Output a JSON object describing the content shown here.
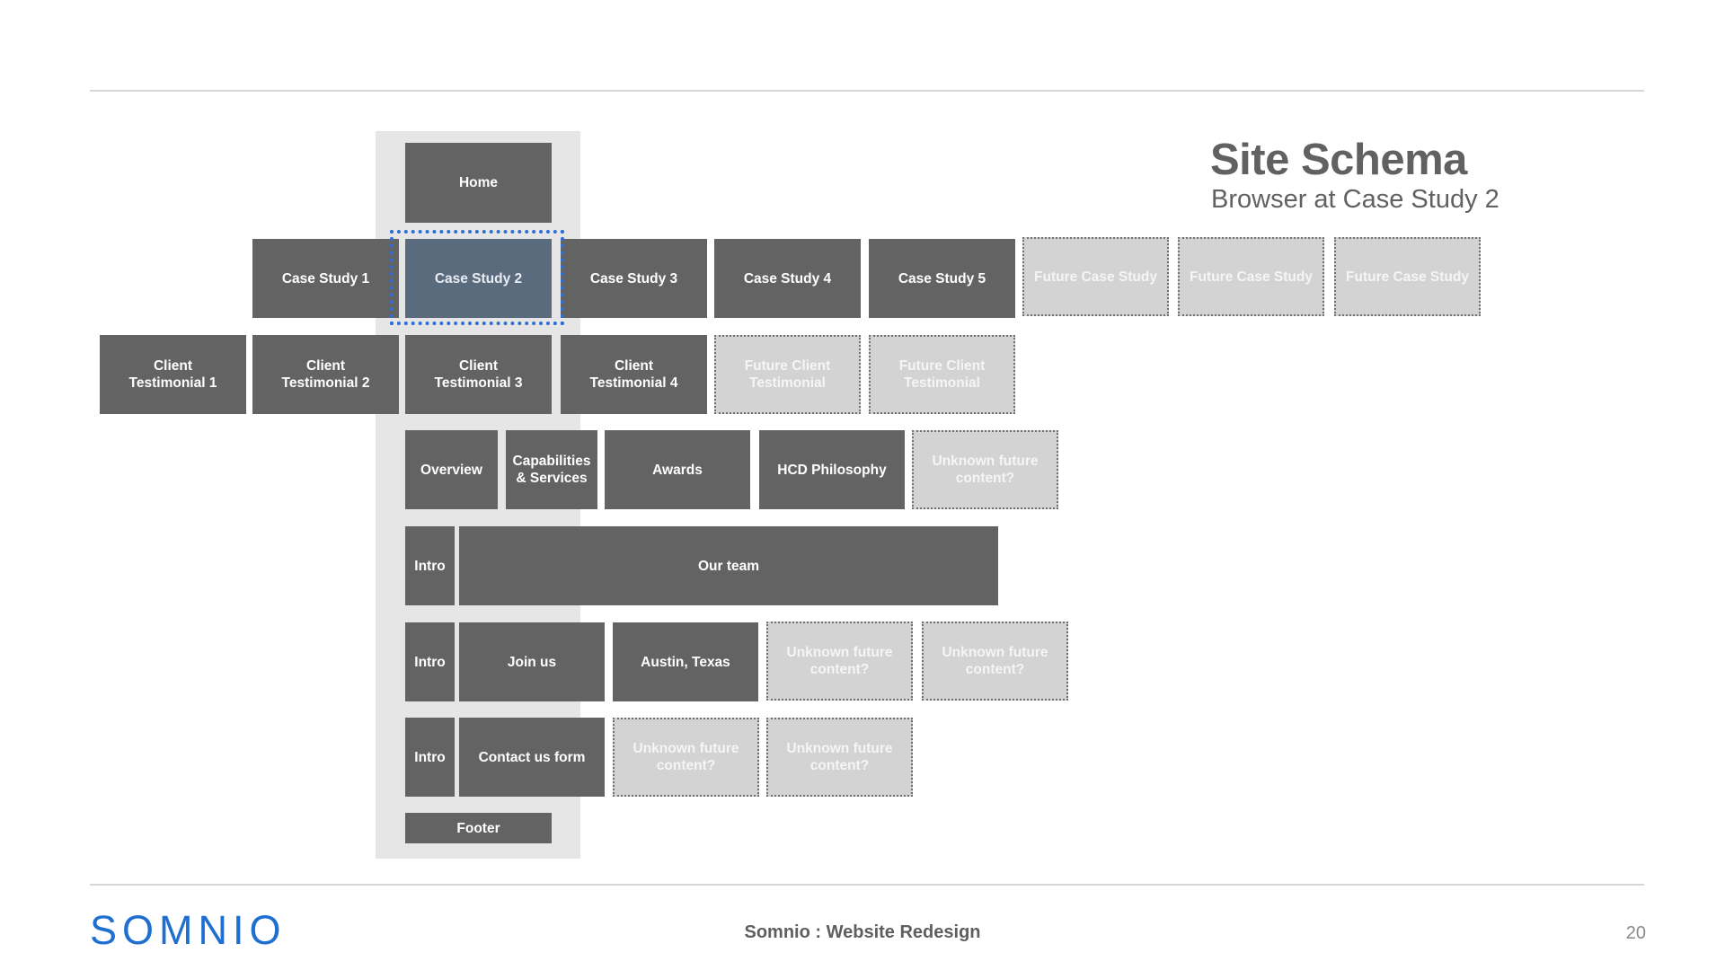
{
  "title": "Site Schema",
  "subtitle": "Browser at Case Study 2",
  "logo": "SOMNIO",
  "footer_caption": "Somnio : Website Redesign",
  "page_number": "20",
  "colors": {
    "node": "#636363",
    "future_node": "#d3d3d3",
    "active_node": "#5b6b7e",
    "selection": "#2d6fd6",
    "logo": "#1f6fd1"
  },
  "nodes": {
    "home": "Home",
    "case_studies": [
      "Case Study 1",
      "Case Study 2",
      "Case Study 3",
      "Case Study 4",
      "Case Study 5"
    ],
    "future_case_study": "Future Case Study",
    "testimonials": [
      "Client\nTestimonial 1",
      "Client\nTestimonial 2",
      "Client\nTestimonial 3",
      "Client\nTestimonial 4"
    ],
    "future_testimonial": "Future Client\nTestimonial",
    "overview": "Overview",
    "capabilities": "Capabilities\n& Services",
    "awards": "Awards",
    "hcd": "HCD Philosophy",
    "unknown": "Unknown future\ncontent?",
    "intro": "Intro",
    "our_team": "Our team",
    "join_us": "Join us",
    "austin": "Austin, Texas",
    "contact_form": "Contact us form",
    "footer": "Footer"
  }
}
